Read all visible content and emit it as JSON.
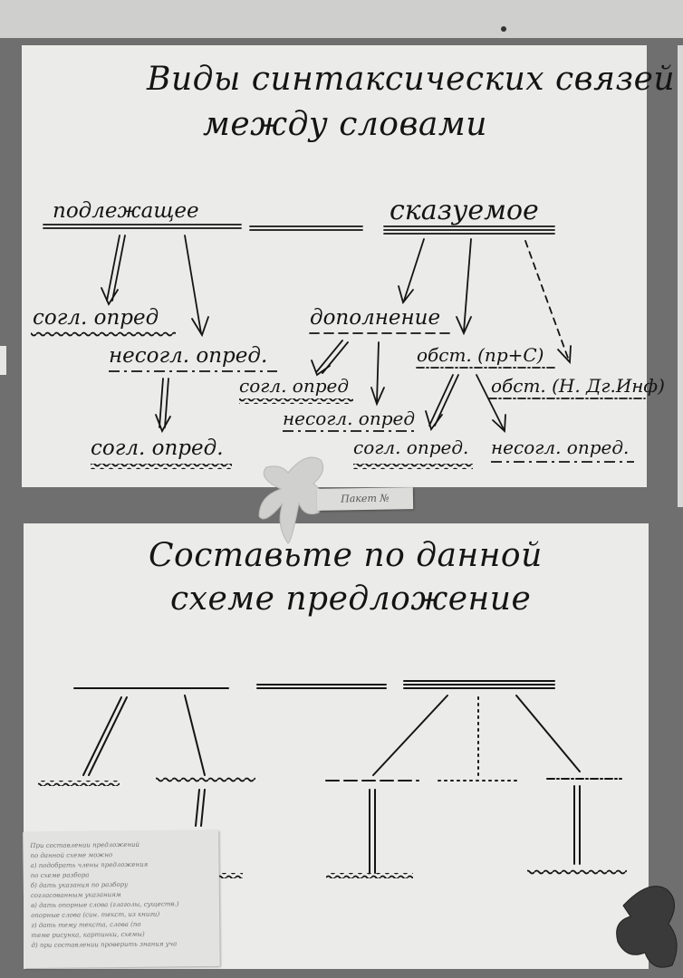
{
  "poster1": {
    "title_line1": "Виды синтаксических связей",
    "title_line2": "между словами",
    "subject": "подлежащее",
    "predicate": "сказуемое",
    "agreed_attr_1": "согл. опред",
    "non_agreed_attr_1": "несогл. опред.",
    "agreed_attr_2": "согл. опред.",
    "object": "дополнение",
    "agreed_attr_3": "согл. опред",
    "non_agreed_attr_2": "несогл. опред",
    "adverbial_1": "обст. (пр+С)",
    "adverbial_2": "обст. (Н. Дг.Инф)",
    "agreed_attr_4": "согл. опред.",
    "non_agreed_attr_3": "несогл. опред."
  },
  "tag_label": "Пакет №",
  "poster2": {
    "title_line1": "Составьте по данной",
    "title_line2": "схеме предложение"
  },
  "note": {
    "lines": [
      "При составлении предложений",
      "по данной схеме можно",
      "а) подобрать члены предложения",
      "по схеме разбора",
      "б) дать указания по разбору",
      "согласованным указаниям",
      "в) дать опорные слова (глаголы, существ.)",
      "опорные слова (син. текст, из книги)",
      "г) дать тему текста, слова (по",
      "теме рисунка, картинки, схемы)",
      "д) при составлении проверить знания уча"
    ]
  },
  "colors": {
    "background": "#6f6f6f",
    "poster": "#ebebe9",
    "ink": "#141414"
  }
}
